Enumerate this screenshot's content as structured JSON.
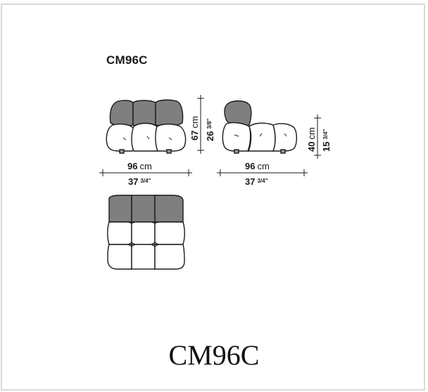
{
  "model_code": "CM96C",
  "caption": "CM96C",
  "front_view": {
    "width_metric_value": "96",
    "width_metric_unit": "cm",
    "width_imperial_whole": "37",
    "width_imperial_frac": "3/4",
    "width_imperial_mark": "\"",
    "height_metric_value": "67",
    "height_metric_unit": "cm",
    "height_imperial_whole": "26",
    "height_imperial_frac": "3/8",
    "height_imperial_mark": "\""
  },
  "side_view": {
    "depth_metric_value": "96",
    "depth_metric_unit": "cm",
    "depth_imperial_whole": "37",
    "depth_imperial_frac": "3/4",
    "depth_imperial_mark": "\"",
    "seat_height_metric_value": "40",
    "seat_height_metric_unit": "cm",
    "seat_height_imperial_whole": "15",
    "seat_height_imperial_frac": "3/4",
    "seat_height_imperial_mark": "\""
  },
  "colors": {
    "backrest": "#7f7f7f",
    "outline": "#1a1a1a",
    "seat": "#ffffff"
  }
}
